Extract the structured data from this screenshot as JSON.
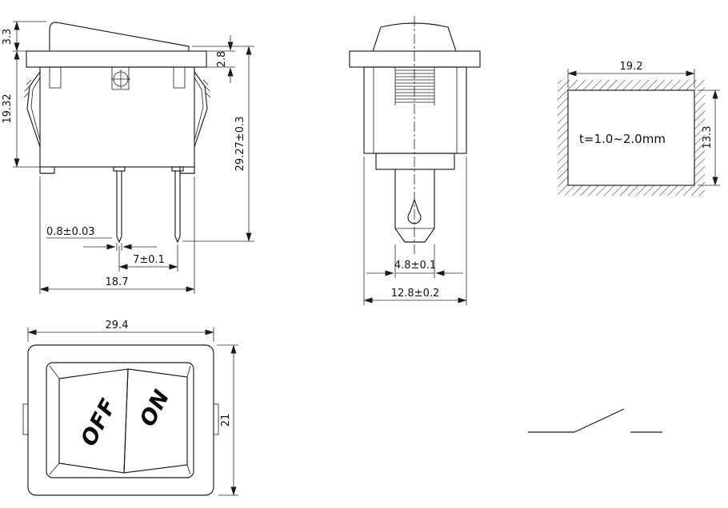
{
  "front_view": {
    "dims": {
      "rocker_height": "3.3",
      "body_height": "19.32",
      "flange_thickness": "2.8",
      "overall_height": "29.27±0.3",
      "terminal_thickness": "0.8±0.03",
      "terminal_pitch": "7±0.1",
      "body_width": "18.7"
    }
  },
  "side_view": {
    "dims": {
      "terminal_width": "4.8±0.1",
      "body_depth": "12.8±0.2"
    }
  },
  "panel_cutout": {
    "dims": {
      "width": "19.2",
      "height": "13.3"
    },
    "panel_thickness_note": "t=1.0~2.0mm"
  },
  "top_view": {
    "dims": {
      "width": "29.4",
      "height": "21"
    },
    "rocker_labels": {
      "on": "ON",
      "off": "OFF"
    }
  }
}
